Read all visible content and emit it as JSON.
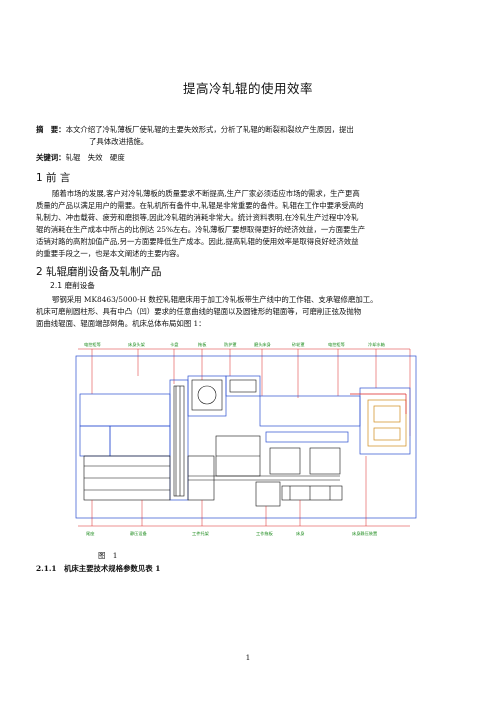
{
  "title": "提高冷轧辊的使用效率",
  "abstract": {
    "label": "摘　要：",
    "line1": "本文介绍了冷轧薄板厂使轧辊的主要失效形式，分析了轧辊的断裂和裂纹产生原因，提出",
    "line2": "了具体改进措施。"
  },
  "keywords": {
    "label": "关键词：",
    "text": "轧辊　失效　硬度"
  },
  "section1": {
    "heading": "1 前 言",
    "lines": [
      "随着市场的发展,客户对冷轧薄板的质量要求不断提高,生产厂家必须适应市场的需求，生产更高",
      "质量的产品以满足用户的需要。在轧机所有备件中,轧辊是非常重要的备件。轧辊在工作中要承受高的",
      "轧制力、冲击载荷、疲劳和磨损等,因此冷轧辊的消耗非常大。统计资料表明,在冷轧生产过程中冷轧",
      "辊的消耗在生产成本中所占的比例达 25%左右。冷轧薄板厂要想取得更好的经济效益，一方面要生产",
      "适销对路的高附加值产品,另一方面要降低生产成本。因此,提高轧辊的使用效率是取得良好经济效益",
      "的重要手段之一，也是本文阐述的主要内容。"
    ]
  },
  "section2": {
    "heading": "2 轧辊磨削设备及轧制产品",
    "sub1": "2.1 磨削设备",
    "lines": [
      "鄂钢采用 MK8463/5000-H 数控轧辊磨床用于加工冷轧板带生产线中的工作辊、支承辊修磨加工。",
      "机床可磨削圆柱形、具有中凸（凹）要求的任意曲线的辊面以及圆锥形的辊面等，可磨削正弦及抛物",
      "面曲线辊面、辊面端部倒角。机床总体布局如图 1："
    ],
    "figure_caption": "图　1",
    "sub2": "2.1.1　机床主要技术规格参数见表 1"
  },
  "figure": {
    "labels_top": [
      "电控柜等",
      "床身头架",
      "卡盘",
      "拖板",
      "防护罩",
      "磨头床身",
      "砂轮罩",
      "电控柜等",
      "冷却水箱"
    ],
    "labels_bottom": [
      "尾座",
      "静压设备",
      "工件托架",
      "工作拖板",
      "床身",
      "床身静压装置"
    ]
  },
  "page_number": "1"
}
